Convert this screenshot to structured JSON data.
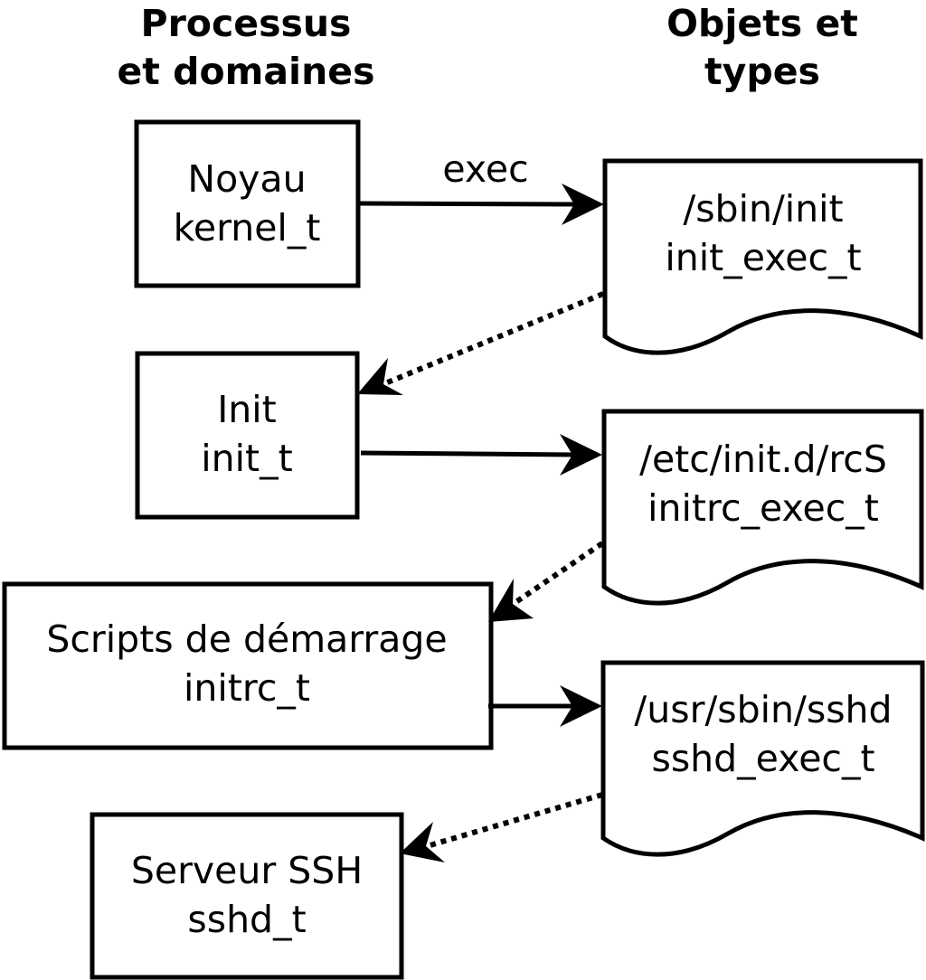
{
  "headers": {
    "processes": [
      "Processus",
      "et domaines"
    ],
    "objects": [
      "Objets et",
      "types"
    ]
  },
  "processes": [
    {
      "id": "kernel",
      "name": "Noyau",
      "type": "kernel_t"
    },
    {
      "id": "init",
      "name": "Init",
      "type": "init_t"
    },
    {
      "id": "initrc",
      "name": "Scripts de démarrage",
      "type": "initrc_t"
    },
    {
      "id": "sshd",
      "name": "Serveur SSH",
      "type": "sshd_t"
    }
  ],
  "objects": [
    {
      "id": "init-exec",
      "path": "/sbin/init",
      "type": "init_exec_t"
    },
    {
      "id": "initrc-exec",
      "path": "/etc/init.d/rcS",
      "type": "initrc_exec_t"
    },
    {
      "id": "sshd-exec",
      "path": "/usr/sbin/sshd",
      "type": "sshd_exec_t"
    }
  ],
  "edges": [
    {
      "from": "kernel",
      "to": "init-exec",
      "style": "solid",
      "label": "exec"
    },
    {
      "from": "init-exec",
      "to": "init",
      "style": "dotted"
    },
    {
      "from": "init",
      "to": "initrc-exec",
      "style": "solid"
    },
    {
      "from": "initrc-exec",
      "to": "initrc",
      "style": "dotted"
    },
    {
      "from": "initrc",
      "to": "sshd-exec",
      "style": "solid"
    },
    {
      "from": "sshd-exec",
      "to": "sshd",
      "style": "dotted"
    }
  ]
}
